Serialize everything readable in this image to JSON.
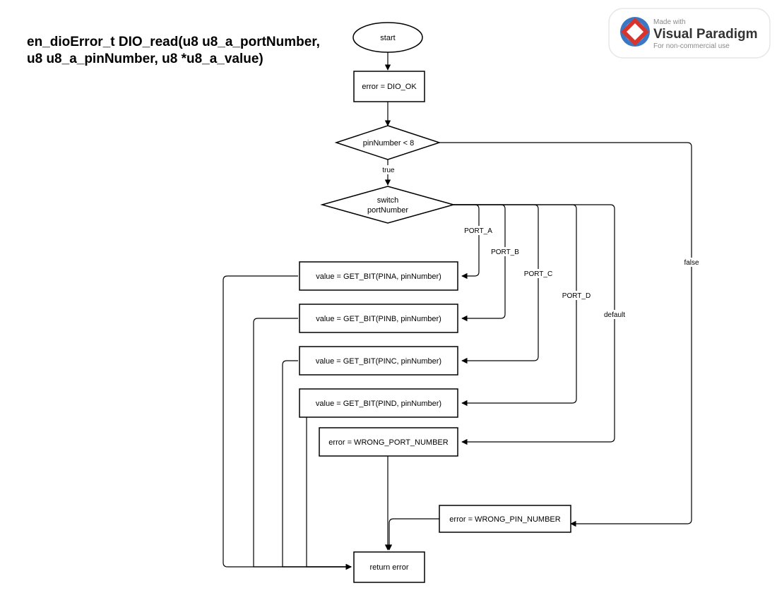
{
  "title_lines": [
    "en_dioError_t DIO_read(u8 u8_a_portNumber,",
    "u8 u8_a_pinNumber, u8 *u8_a_value)"
  ],
  "nodes": {
    "start": "start",
    "init": "error = DIO_OK",
    "pin_check": "pinNumber < 8",
    "switch_lines": [
      "switch",
      "portNumber"
    ],
    "read_a": "value = GET_BIT(PINA, pinNumber)",
    "read_b": "value = GET_BIT(PINB, pinNumber)",
    "read_c": "value = GET_BIT(PINC, pinNumber)",
    "read_d": "value = GET_BIT(PIND, pinNumber)",
    "wrong_port": "error = WRONG_PORT_NUMBER",
    "wrong_pin": "error = WRONG_PIN_NUMBER",
    "return": "return error"
  },
  "edge_labels": {
    "true": "true",
    "false": "false",
    "port_a": "PORT_A",
    "port_b": "PORT_B",
    "port_c": "PORT_C",
    "port_d": "PORT_D",
    "default": "default"
  },
  "watermark": {
    "made_with": "Made with",
    "brand": "Visual Paradigm",
    "note": "For non-commercial use",
    "colors": {
      "brand_red": "#d9342b",
      "brand_blue": "#3a78c3"
    }
  }
}
